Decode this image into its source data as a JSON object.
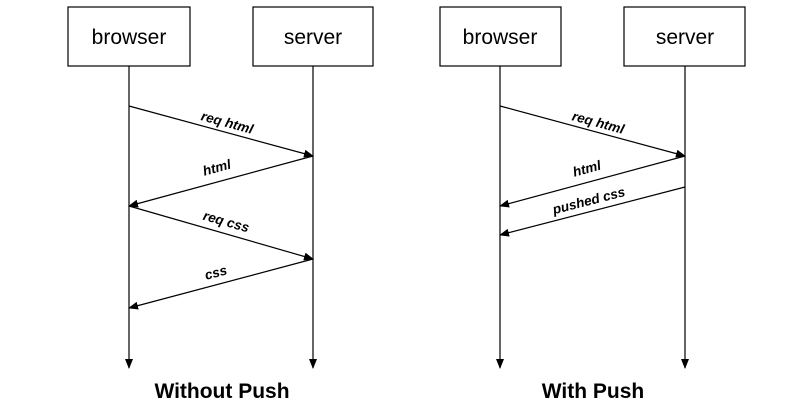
{
  "diagrams": [
    {
      "caption": "Without Push",
      "participants": {
        "left": "browser",
        "right": "server"
      },
      "messages": [
        {
          "label": "req html",
          "direction": "to-right"
        },
        {
          "label": "html",
          "direction": "to-left"
        },
        {
          "label": "req css",
          "direction": "to-right"
        },
        {
          "label": "css",
          "direction": "to-left"
        }
      ]
    },
    {
      "caption": "With Push",
      "participants": {
        "left": "browser",
        "right": "server"
      },
      "messages": [
        {
          "label": "req html",
          "direction": "to-right"
        },
        {
          "label": "html",
          "direction": "to-left"
        },
        {
          "label": "pushed css",
          "direction": "to-left"
        }
      ]
    }
  ]
}
